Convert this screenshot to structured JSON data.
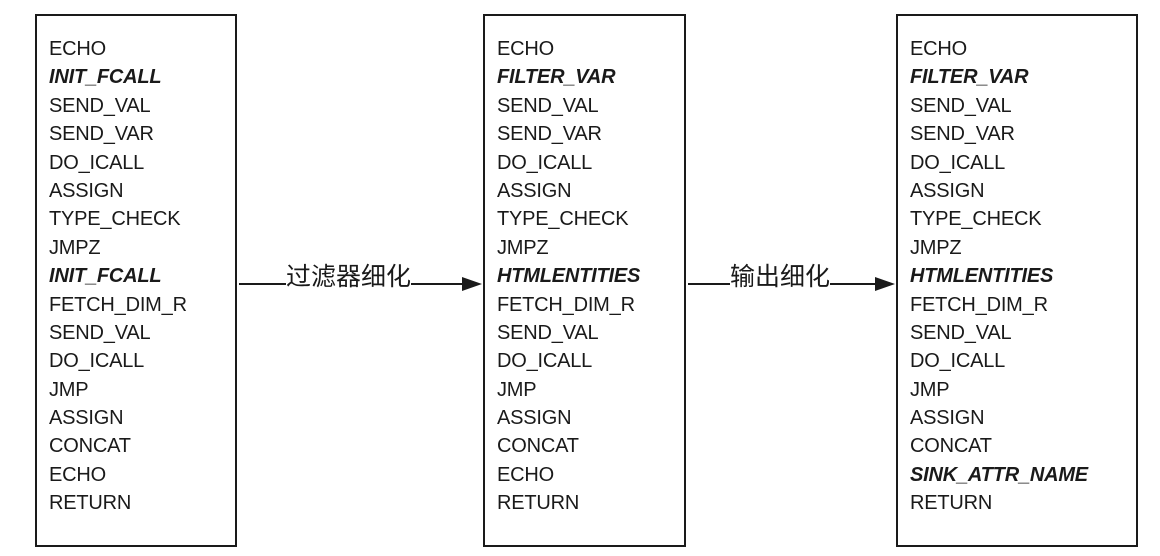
{
  "boxes": [
    {
      "ops": [
        {
          "text": "ECHO",
          "hl": false
        },
        {
          "text": "INIT_FCALL",
          "hl": true
        },
        {
          "text": "SEND_VAL",
          "hl": false
        },
        {
          "text": "SEND_VAR",
          "hl": false
        },
        {
          "text": "DO_ICALL",
          "hl": false
        },
        {
          "text": "ASSIGN",
          "hl": false
        },
        {
          "text": "TYPE_CHECK",
          "hl": false
        },
        {
          "text": "JMPZ",
          "hl": false
        },
        {
          "text": "INIT_FCALL",
          "hl": true
        },
        {
          "text": "FETCH_DIM_R",
          "hl": false
        },
        {
          "text": "SEND_VAL",
          "hl": false
        },
        {
          "text": "DO_ICALL",
          "hl": false
        },
        {
          "text": "JMP",
          "hl": false
        },
        {
          "text": "ASSIGN",
          "hl": false
        },
        {
          "text": "CONCAT",
          "hl": false
        },
        {
          "text": "ECHO",
          "hl": false
        },
        {
          "text": "RETURN",
          "hl": false
        }
      ]
    },
    {
      "ops": [
        {
          "text": "ECHO",
          "hl": false
        },
        {
          "text": "FILTER_VAR",
          "hl": true
        },
        {
          "text": "SEND_VAL",
          "hl": false
        },
        {
          "text": "SEND_VAR",
          "hl": false
        },
        {
          "text": "DO_ICALL",
          "hl": false
        },
        {
          "text": "ASSIGN",
          "hl": false
        },
        {
          "text": "TYPE_CHECK",
          "hl": false
        },
        {
          "text": "JMPZ",
          "hl": false
        },
        {
          "text": "HTMLENTITIES",
          "hl": true
        },
        {
          "text": "FETCH_DIM_R",
          "hl": false
        },
        {
          "text": "SEND_VAL",
          "hl": false
        },
        {
          "text": "DO_ICALL",
          "hl": false
        },
        {
          "text": "JMP",
          "hl": false
        },
        {
          "text": "ASSIGN",
          "hl": false
        },
        {
          "text": "CONCAT",
          "hl": false
        },
        {
          "text": "ECHO",
          "hl": false
        },
        {
          "text": "RETURN",
          "hl": false
        }
      ]
    },
    {
      "ops": [
        {
          "text": "ECHO",
          "hl": false
        },
        {
          "text": "FILTER_VAR",
          "hl": true
        },
        {
          "text": "SEND_VAL",
          "hl": false
        },
        {
          "text": "SEND_VAR",
          "hl": false
        },
        {
          "text": "DO_ICALL",
          "hl": false
        },
        {
          "text": "ASSIGN",
          "hl": false
        },
        {
          "text": "TYPE_CHECK",
          "hl": false
        },
        {
          "text": "JMPZ",
          "hl": false
        },
        {
          "text": "HTMLENTITIES",
          "hl": true
        },
        {
          "text": "FETCH_DIM_R",
          "hl": false
        },
        {
          "text": "SEND_VAL",
          "hl": false
        },
        {
          "text": "DO_ICALL",
          "hl": false
        },
        {
          "text": "JMP",
          "hl": false
        },
        {
          "text": "ASSIGN",
          "hl": false
        },
        {
          "text": "CONCAT",
          "hl": false
        },
        {
          "text": "SINK_ATTR_NAME",
          "hl": true
        },
        {
          "text": "RETURN",
          "hl": false
        }
      ]
    }
  ],
  "arrows": [
    {
      "label": "过滤器细化"
    },
    {
      "label": "输出细化"
    }
  ],
  "colors": {
    "line": "#1a1a1a",
    "background": "#ffffff"
  }
}
